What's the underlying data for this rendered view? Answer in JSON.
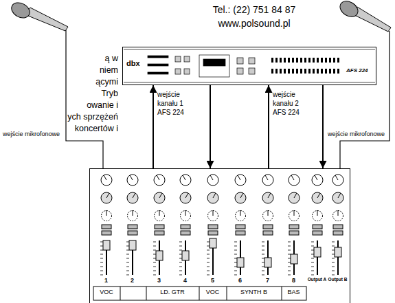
{
  "diagram": {
    "nodes": [
      {
        "text": [
          "dbx",
          "AFS 224"
        ]
      },
      {
        "text": [
          "1",
          "2",
          "3",
          "4",
          "5",
          "6",
          "7",
          "8",
          "Output A",
          "Output B",
          "VOC",
          "LD. GTR",
          "VOC",
          "SYNTH B",
          "BAS"
        ]
      }
    ],
    "edges": [
      {
        "from": 1,
        "to": 0,
        "arrow": "to",
        "label": "wejście kanału 1 AFS 224"
      },
      {
        "from": 0,
        "to": 1,
        "arrow": "to"
      },
      {
        "from": 1,
        "to": 0,
        "arrow": "to",
        "label": "wejście kanału 2 AFS 224"
      },
      {
        "from": 0,
        "to": 1,
        "arrow": "to"
      }
    ],
    "labels": [
      "Tel.: (22) 751 84 87",
      "www.polsound.pl",
      "ą w",
      "niem",
      "ącymi",
      "Tryb",
      "owanie i",
      "ych sprzężeń",
      "koncertów i",
      "wejście mikrofonowe",
      "wejście mikrofonowe"
    ]
  }
}
